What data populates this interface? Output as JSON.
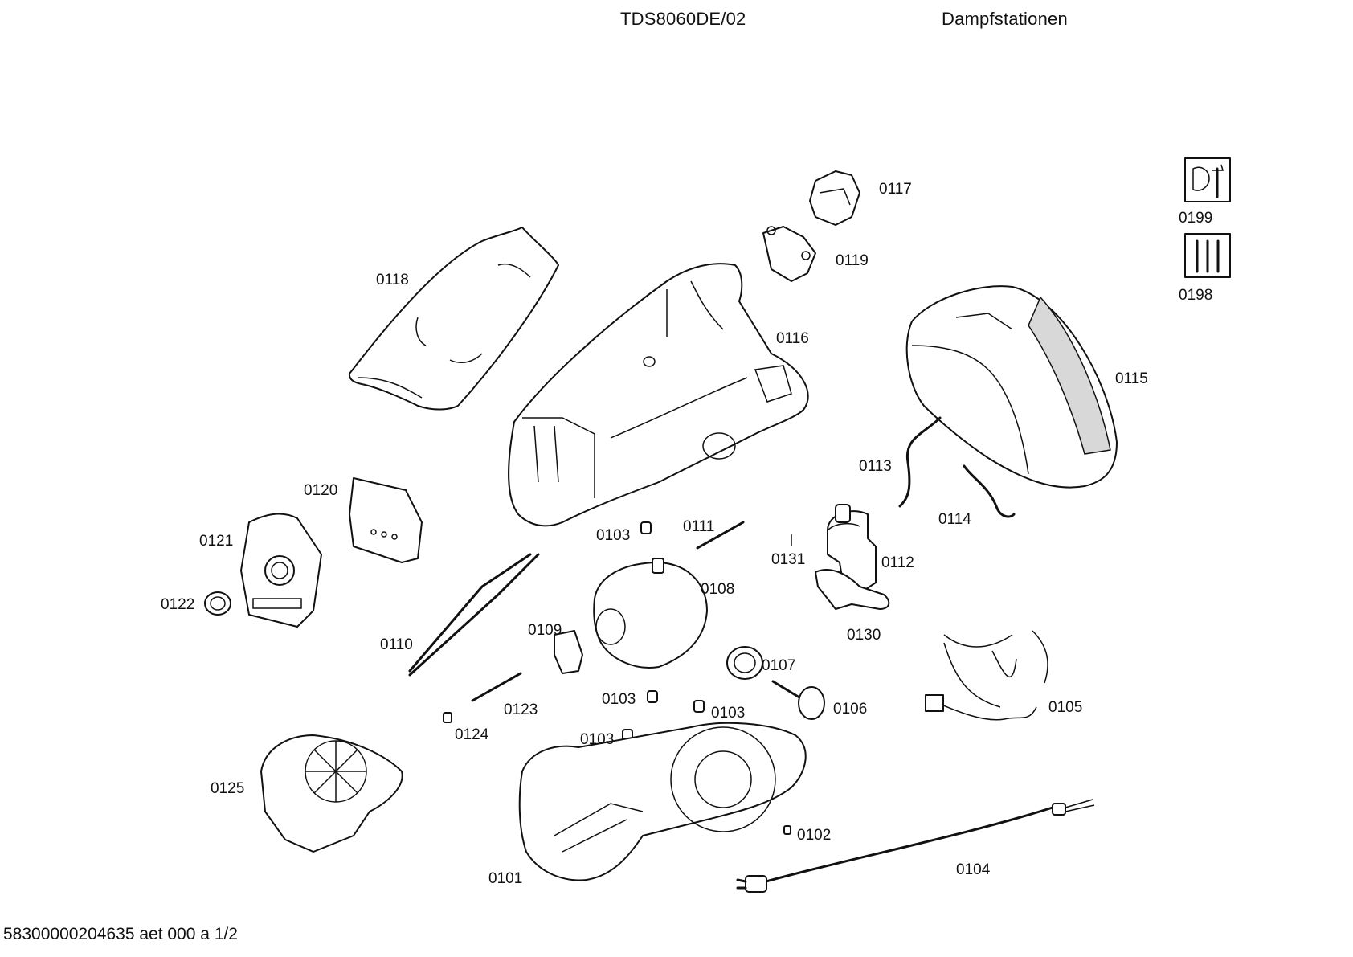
{
  "header": {
    "model": "TDS8060DE/02",
    "category": "Dampfstationen"
  },
  "footer": {
    "doc_ref": "58300000204635 aet 000 a 1/2"
  },
  "parts": [
    "0101",
    "0102",
    "0103",
    "0103",
    "0103",
    "0103",
    "0104",
    "0105",
    "0106",
    "0107",
    "0108",
    "0109",
    "0110",
    "0111",
    "0112",
    "0113",
    "0114",
    "0115",
    "0116",
    "0117",
    "0118",
    "0119",
    "0120",
    "0121",
    "0122",
    "0123",
    "0124",
    "0125",
    "0130",
    "0131",
    "0198",
    "0199"
  ],
  "icons": {
    "tools": "wrench-icon",
    "screws": "screws-icon"
  }
}
